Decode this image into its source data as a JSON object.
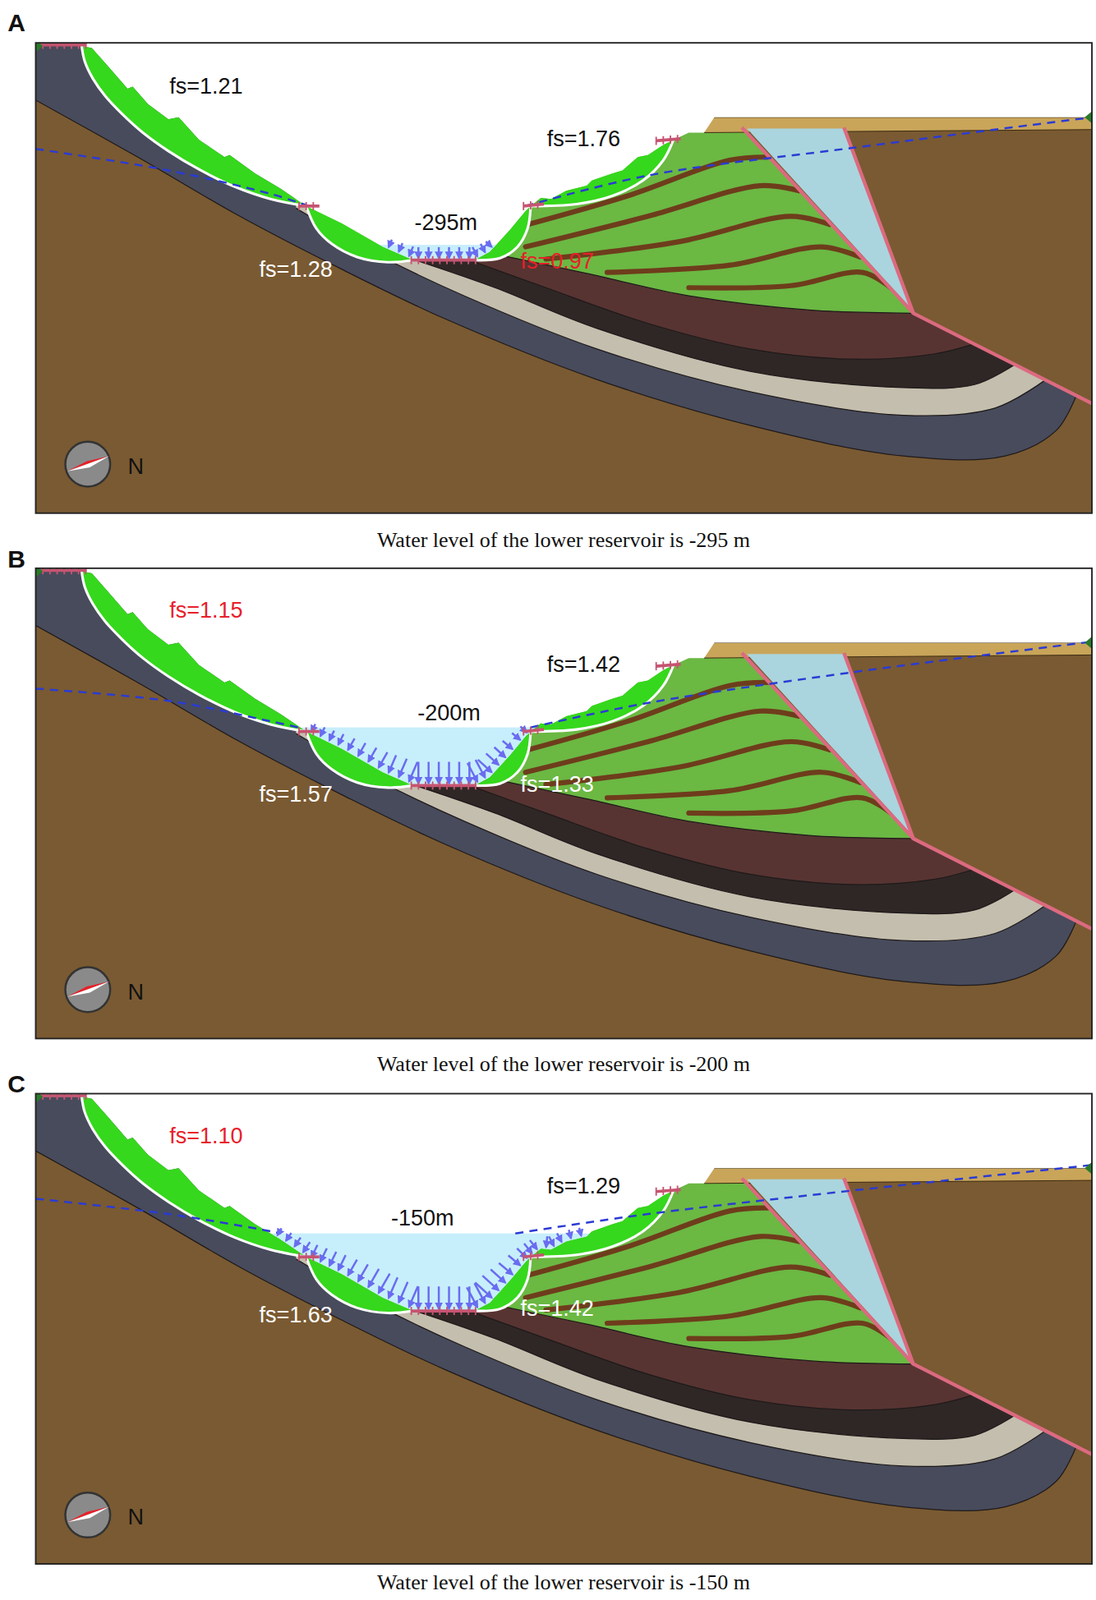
{
  "diagram": {
    "labels": [
      "A",
      "fs=1.21",
      "fs=1.76",
      "-295m",
      "fs=1.28",
      "fs=0.97",
      "N",
      "Water level of the lower reservoir is -295 m",
      "B",
      "fs=1.15",
      "fs=1.42",
      "-200m",
      "fs=1.57",
      "fs=1.33",
      "N",
      "Water level of the lower reservoir is -200 m",
      "C",
      "fs=1.10",
      "fs=1.29",
      "-150m",
      "fs=1.63",
      "fs=1.42",
      "N",
      "Water level of the lower reservoir is -150 m"
    ]
  }
}
